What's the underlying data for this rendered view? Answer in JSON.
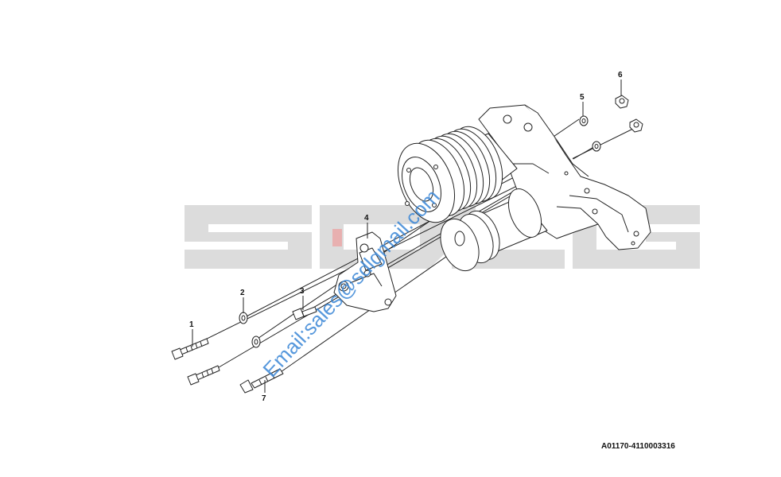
{
  "watermark": {
    "logo_text": "SDLG",
    "email": "Email:sales@sdlgmail.com",
    "logo_color": "#dcdcdc",
    "email_color": "#3a86d6"
  },
  "callouts": [
    {
      "id": "1",
      "label": "1"
    },
    {
      "id": "2",
      "label": "2"
    },
    {
      "id": "3",
      "label": "3"
    },
    {
      "id": "4",
      "label": "4"
    },
    {
      "id": "5",
      "label": "5"
    },
    {
      "id": "6",
      "label": "6"
    },
    {
      "id": "7",
      "label": "7"
    }
  ],
  "reference_code": "A01170-4110003316",
  "colors": {
    "line": "#222222",
    "fill": "#ffffff"
  }
}
